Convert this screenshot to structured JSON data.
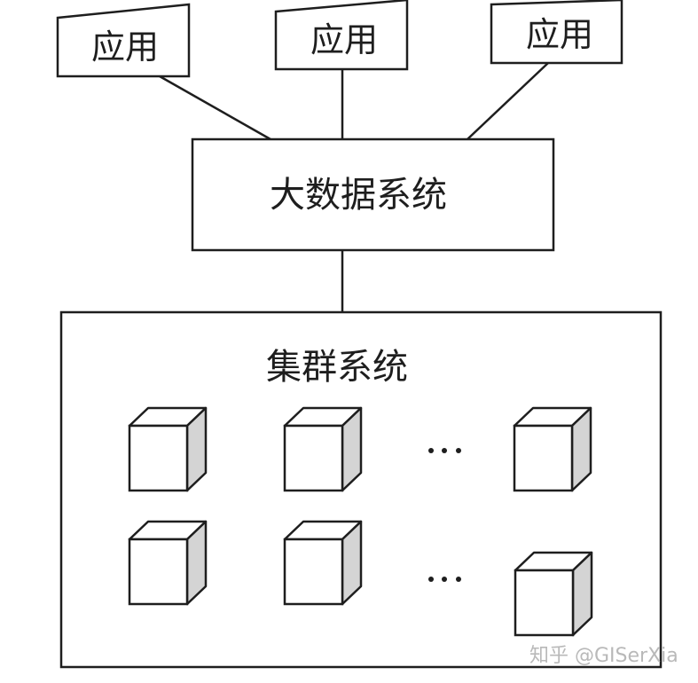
{
  "diagram": {
    "applications": [
      {
        "label": "应用"
      },
      {
        "label": "应用"
      },
      {
        "label": "应用"
      }
    ],
    "big_data_system": {
      "label": "大数据系统"
    },
    "cluster_system": {
      "label": "集群系统",
      "rows": [
        {
          "nodes": 3,
          "ellipsis": "···"
        },
        {
          "nodes": 3,
          "ellipsis": "···"
        }
      ]
    },
    "colors": {
      "line": "#1e1e1e",
      "cube_side": "#d4d4d4",
      "background": "#ffffff",
      "watermark": "#b9b9b9"
    }
  },
  "watermark": {
    "text": "知乎 @GISerXia"
  }
}
